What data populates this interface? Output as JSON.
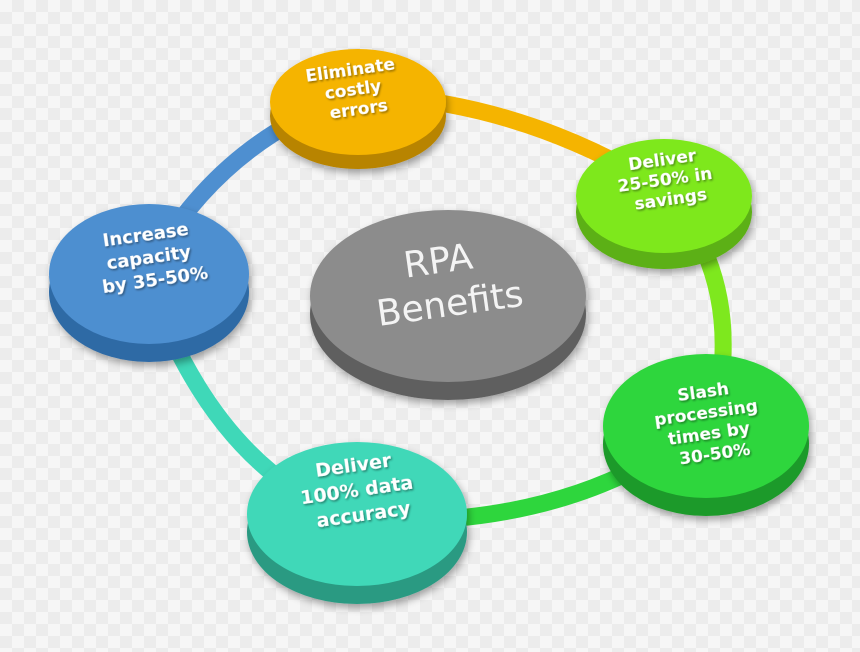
{
  "center": {
    "lines": [
      "RPA",
      "Benefits"
    ],
    "color": "#8c8c8c"
  },
  "nodes": [
    {
      "id": "eliminate-errors",
      "lines": [
        "Eliminate",
        "costly",
        "errors"
      ],
      "color": "#f5b400"
    },
    {
      "id": "deliver-savings",
      "lines": [
        "Deliver",
        "25-50% in",
        "savings"
      ],
      "color": "#7ee81e"
    },
    {
      "id": "slash-processing",
      "lines": [
        "Slash",
        "processing",
        "times by",
        "30-50%"
      ],
      "color": "#2ed63d"
    },
    {
      "id": "data-accuracy",
      "lines": [
        "Deliver",
        "100% data",
        "accuracy"
      ],
      "color": "#3fd8b8"
    },
    {
      "id": "increase-capacity",
      "lines": [
        "Increase",
        "capacity",
        "by 35-50%"
      ],
      "color": "#4e8fd0"
    }
  ],
  "ring_colors": [
    "#f5b400",
    "#7ee81e",
    "#2ed63d",
    "#3fd8b8",
    "#4e8fd0"
  ]
}
